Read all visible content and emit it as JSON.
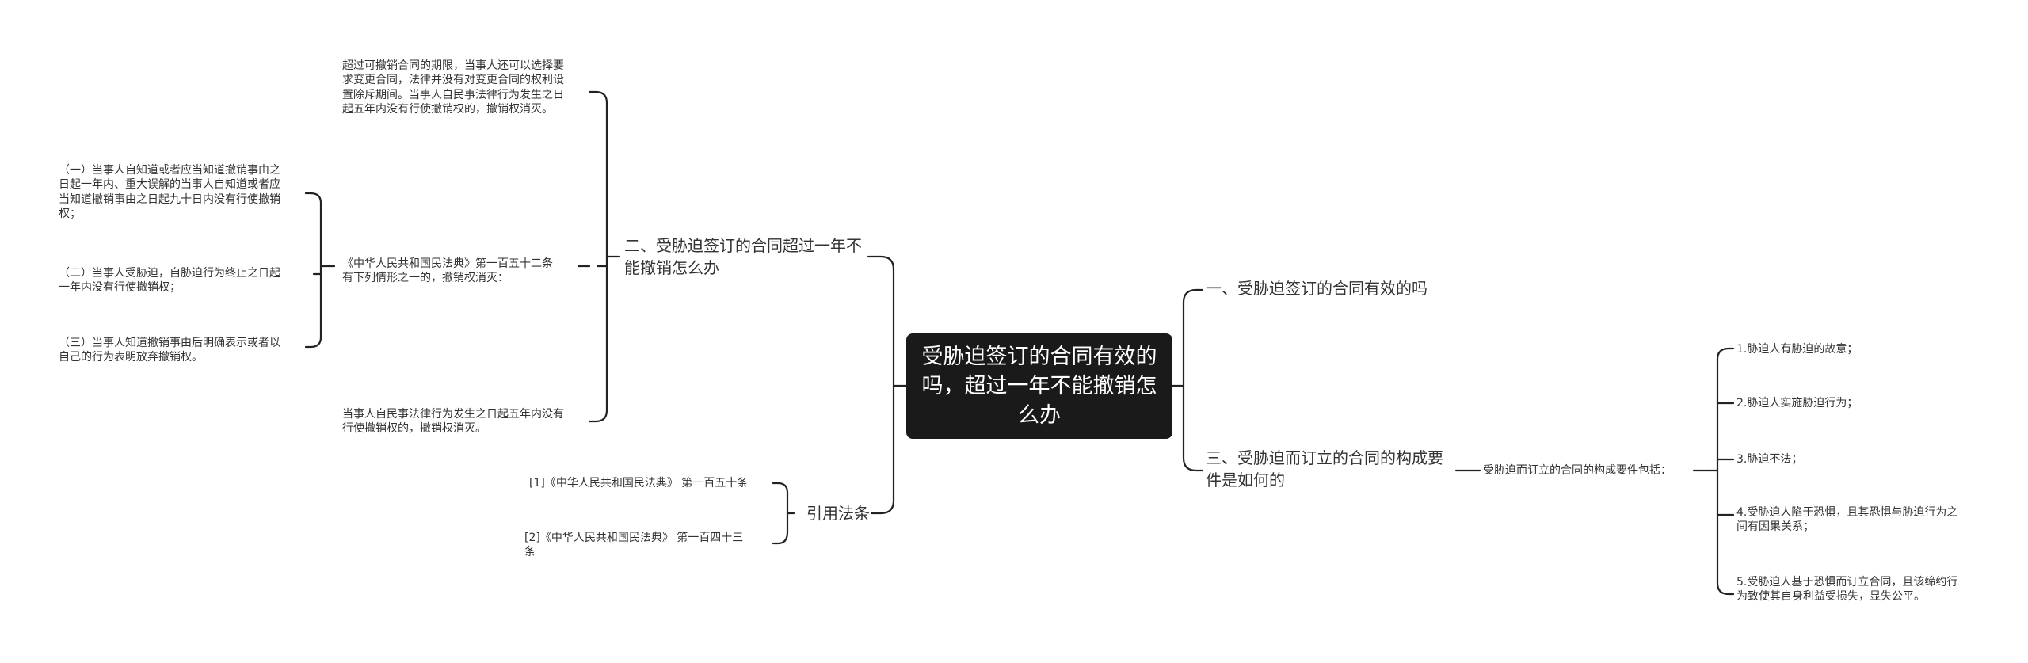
{
  "root": "受胁迫签订的合同有效的\n吗，超过一年不能撤销怎\n么办",
  "right": {
    "b1": "一、受胁迫签订的合同有效的吗",
    "b3": "三、受胁迫而订立的合同的构成要\n件是如何的",
    "b3_child": "受胁迫而订立的合同的构成要件包括：",
    "b3_items": [
      "1.胁迫人有胁迫的故意；",
      "2.胁迫人实施胁迫行为；",
      "3.胁迫不法；",
      "4.受胁迫人陷于恐惧，且其恐惧与胁迫行为之\n间有因果关系；",
      "5.受胁迫人基于恐惧而订立合同，且该缔约行\n为致使其自身利益受损失，显失公平。"
    ]
  },
  "left": {
    "b2": "二、受胁迫签订的合同超过一年不\n能撤销怎么办",
    "b2_top": "超过可撤销合同的期限，当事人还可以选择要\n求变更合同，法律并没有对变更合同的权利设\n置除斥期间。当事人自民事法律行为发生之日\n起五年内没有行使撤销权的，撤销权消灭。",
    "b2_mid": "《中华人民共和国民法典》第一百五十二条\n有下列情形之一的，撤销权消灭：",
    "b2_mid_items": [
      "（一）当事人自知道或者应当知道撤销事由之\n日起一年内、重大误解的当事人自知道或者应\n当知道撤销事由之日起九十日内没有行使撤销\n权；",
      "（二）当事人受胁迫，自胁迫行为终止之日起\n一年内没有行使撤销权；",
      "（三）当事人知道撤销事由后明确表示或者以\n自己的行为表明放弃撤销权。"
    ],
    "b2_bottom": "当事人自民事法律行为发生之日起五年内没有\n行使撤销权的，撤销权消灭。",
    "b4": "引用法条",
    "b4_items": [
      "[1]《中华人民共和国民法典》 第一百五十条",
      "[2]《中华人民共和国民法典》 第一百四十三\n条"
    ]
  }
}
